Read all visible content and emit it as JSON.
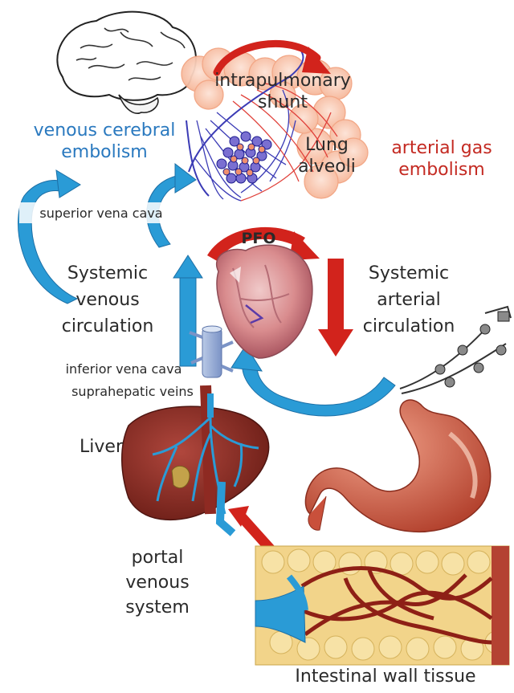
{
  "labels": {
    "intrapulmonary_shunt": "intrapulmonary shunt",
    "lung_alveoli": "Lung alveoli",
    "venous_cerebral_embolism": "venous cerebral embolism",
    "arterial_gas_embolism": "arterial gas embolism",
    "superior_vena_cava": "superior vena cava",
    "pfo": "PFO",
    "systemic_venous_circulation": "Systemic venous circulation",
    "systemic_arterial_circulation": "Systemic arterial circulation",
    "inferior_vena_cava": "inferior vena cava",
    "suprahepatic_veins": "suprahepatic veins",
    "liver": "Liver",
    "portal_venous_system": "portal venous system",
    "intestinal_wall_tissue": "Intestinal wall tissue"
  },
  "colors": {
    "venous_blue": "#2a9bd6",
    "arterial_red": "#d2231c",
    "label_blue": "#2a79bf",
    "label_red": "#c42a22",
    "liver": "#8e2a22",
    "stomach": "#c9503b",
    "fat_tissue": "#f2d48a"
  },
  "icons": [
    "brain-illustration",
    "lung-alveoli-illustration",
    "heart-illustration",
    "vena-cava-illustration",
    "liver-illustration",
    "stomach-illustration",
    "intestinal-tissue-illustration",
    "instrument-illustration"
  ]
}
